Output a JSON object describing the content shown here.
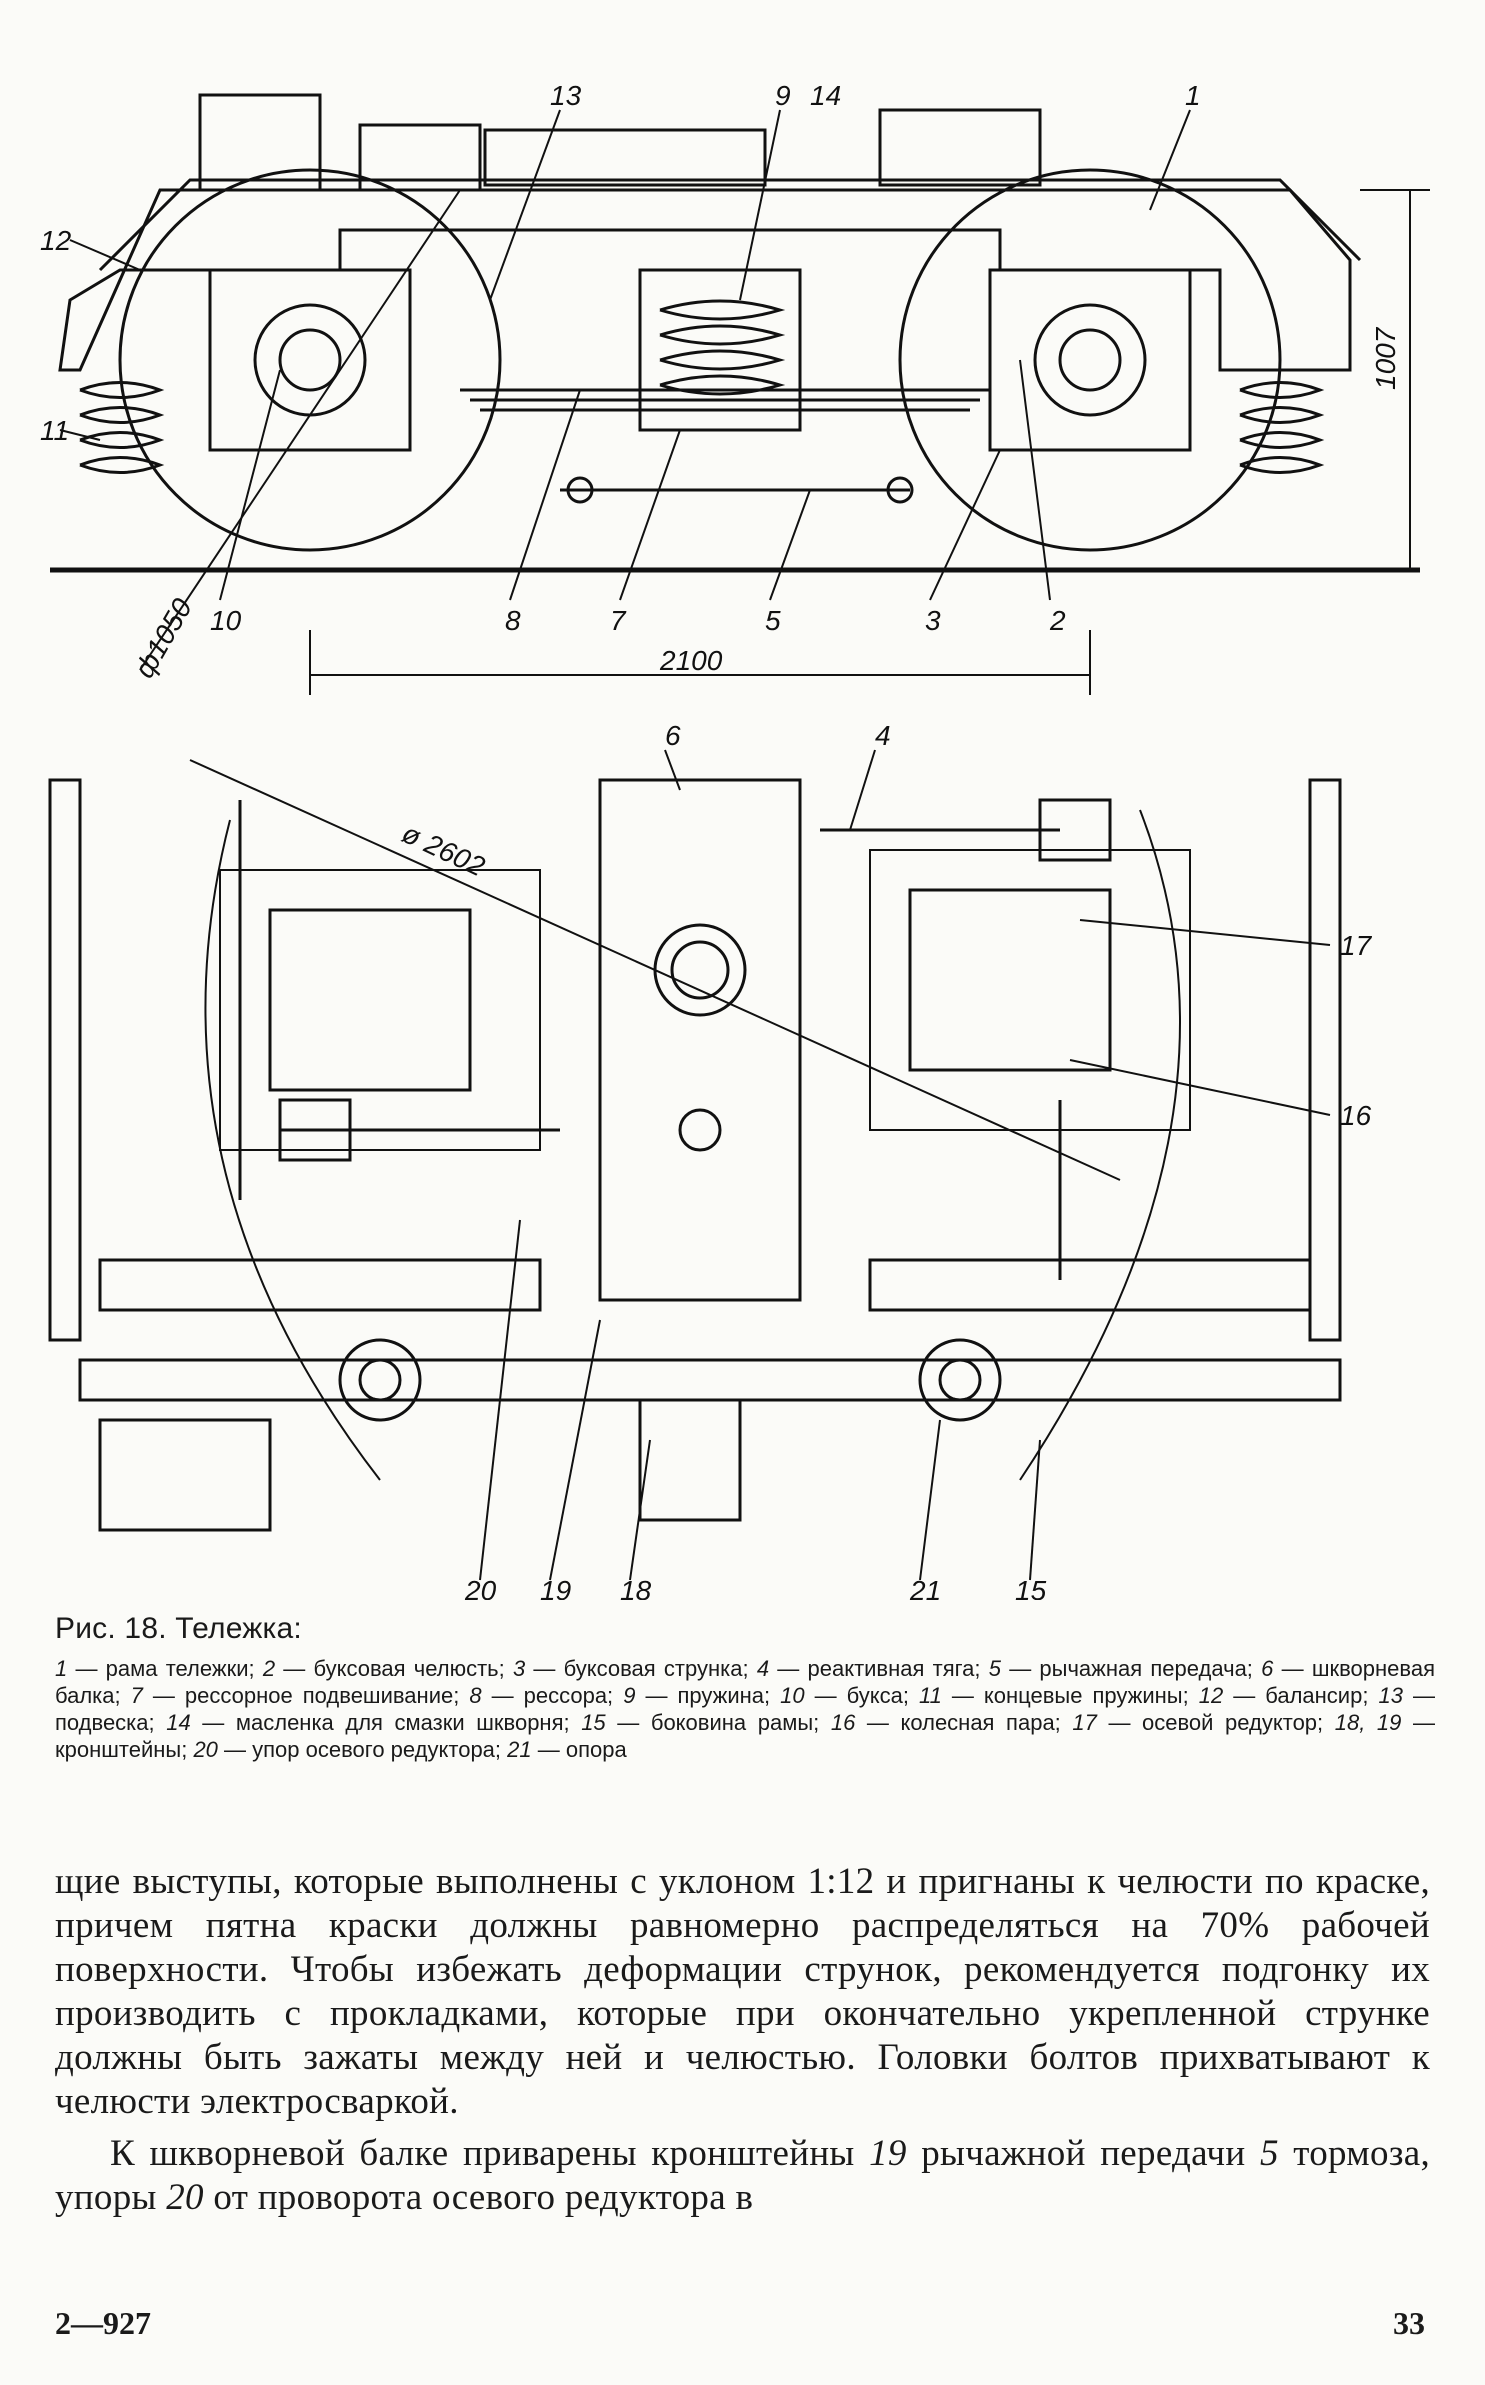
{
  "figure": {
    "side_labels": [
      "13",
      "9",
      "14",
      "1",
      "12",
      "11",
      "10",
      "8",
      "7",
      "5",
      "3",
      "2"
    ],
    "plan_labels": [
      "6",
      "4",
      "17",
      "16",
      "20",
      "19",
      "18",
      "21",
      "15"
    ],
    "dim_height": "1007",
    "dim_wheel": "ф1050",
    "dim_base": "2100",
    "dim_pivot": "ø 2602"
  },
  "caption": {
    "title": "Рис. 18. Тележка:",
    "legend": [
      {
        "num": "1",
        "text": " — рама тележки; "
      },
      {
        "num": "2",
        "text": " — буксовая челюсть; "
      },
      {
        "num": "3",
        "text": " — буксовая струнка; "
      },
      {
        "num": "4",
        "text": " — реактивная тяга; "
      },
      {
        "num": "5",
        "text": " — рычажная передача; "
      },
      {
        "num": "6",
        "text": " — шкворневая балка; "
      },
      {
        "num": "7",
        "text": " — рессорное подвешивание; "
      },
      {
        "num": "8",
        "text": " — рессора; "
      },
      {
        "num": "9",
        "text": " — пружина; "
      },
      {
        "num": "10",
        "text": " — букса; "
      },
      {
        "num": "11",
        "text": " — концевые пружины; "
      },
      {
        "num": "12",
        "text": " — балансир; "
      },
      {
        "num": "13",
        "text": " — подвеска; "
      },
      {
        "num": "14",
        "text": " — масленка для смазки шкворня; "
      },
      {
        "num": "15",
        "text": " — боковина рамы; "
      },
      {
        "num": "16",
        "text": " — колесная пара; "
      },
      {
        "num": "17",
        "text": " — осевой редуктор; "
      },
      {
        "num": "18, 19",
        "text": " — кронштейны; "
      },
      {
        "num": "20",
        "text": " — упор осевого редуктора; "
      },
      {
        "num": "21",
        "text": " — опора"
      }
    ]
  },
  "body": {
    "p1": "щие выступы, которые выполнены с уклоном 1:12 и пригнаны к челюсти по краске, причем пятна краски должны равномерно распределяться на 70% рабочей поверхности. Чтобы избежать деформации струнок, рекомендуется подгонку их производить с прокладками, которые при окончательно укрепленной струнке должны быть зажаты между ней и челюстью. Головки болтов прихватывают к челюсти электросваркой.",
    "p2_a": "К шкворневой балке приварены кронштейны ",
    "p2_b": "19",
    "p2_c": " рычажной передачи ",
    "p2_d": "5",
    "p2_e": " тормоза, упоры ",
    "p2_f": "20",
    "p2_g": " от проворота осевого редуктора в"
  },
  "footer": {
    "left": "2—927",
    "right": "33"
  }
}
